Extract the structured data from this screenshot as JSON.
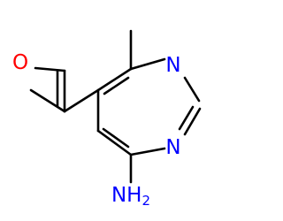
{
  "molecule": {
    "atoms": [
      {
        "id": "a1",
        "element": "O",
        "label": "O",
        "color": "#ff0000"
      },
      {
        "id": "a2",
        "element": "N",
        "label": "N",
        "color": "#0000ff"
      },
      {
        "id": "a3",
        "element": "N",
        "label": "N",
        "color": "#0000ff"
      },
      {
        "id": "a4",
        "element": "N",
        "label": "NH2",
        "label_main": "NH",
        "label_sub": "2",
        "color": "#0000ff"
      }
    ],
    "bond_color": "#000000"
  }
}
